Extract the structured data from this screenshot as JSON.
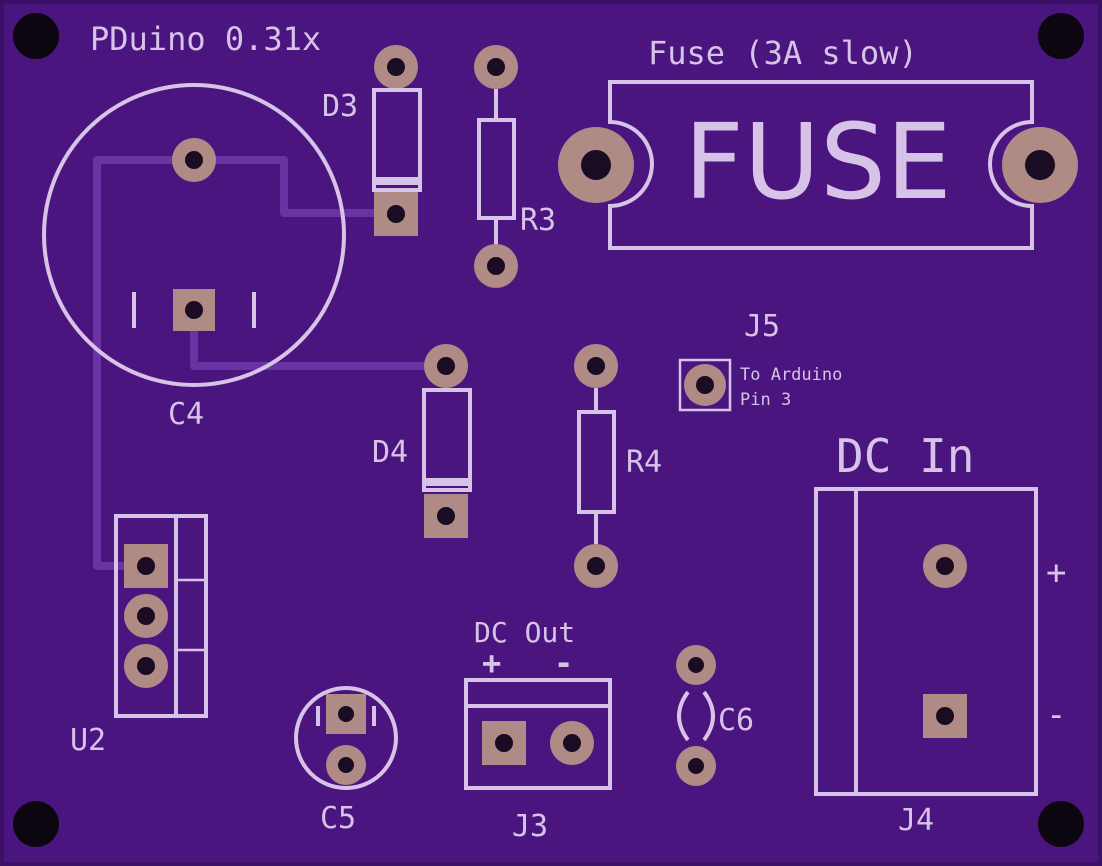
{
  "board": {
    "title": "PDuino 0.31x",
    "colors": {
      "substrate": "#4b1580",
      "silkscreen": "#d7c3e8",
      "copper_pad": "#b08b86",
      "trace": "#6a33a3",
      "drill": "#1a0c22"
    }
  },
  "fuse": {
    "caption": "Fuse (3A slow)",
    "body_text": "FUSE"
  },
  "labels": {
    "d3": "D3",
    "r3": "R3",
    "c4": "C4",
    "j5": "J5",
    "j5_note_1": "To Arduino",
    "j5_note_2": "Pin 3",
    "d4": "D4",
    "r4": "R4",
    "dc_in": "DC In",
    "plus": "+",
    "minus": "-",
    "u2": "U2",
    "dc_out": "DC Out",
    "c5": "C5",
    "j3": "J3",
    "c6": "C6",
    "j4": "J4"
  }
}
